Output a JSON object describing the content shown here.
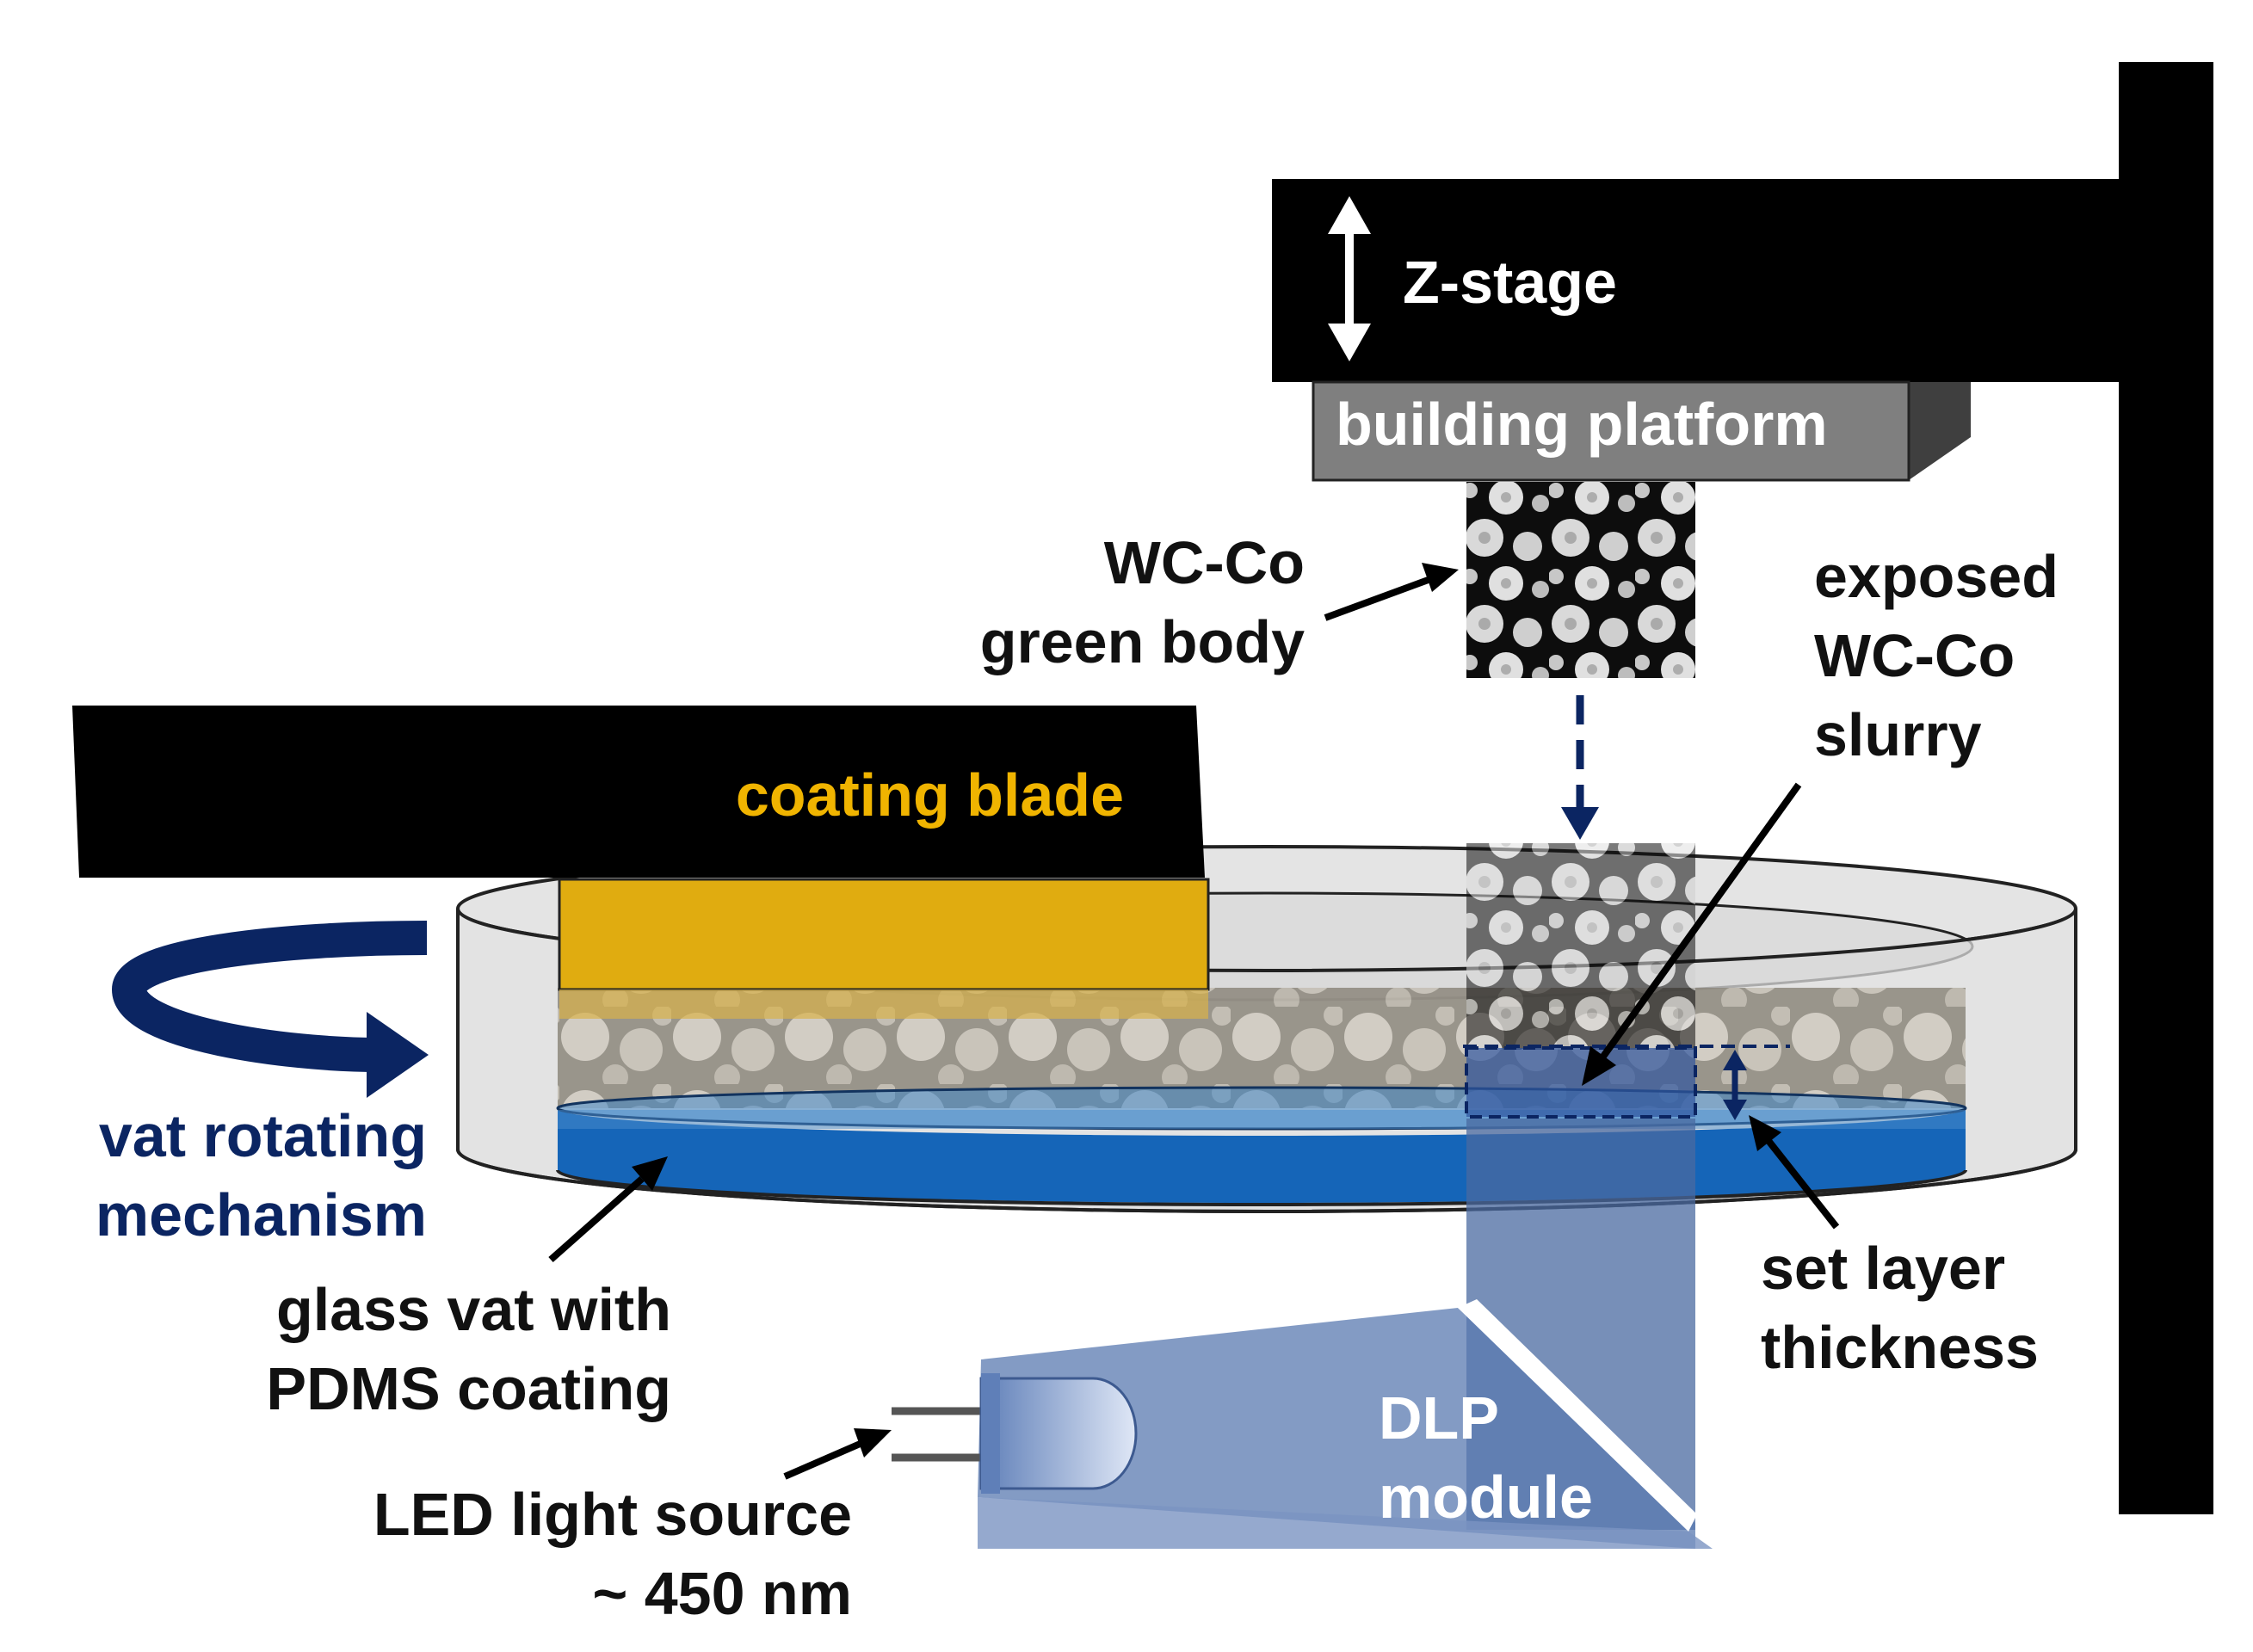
{
  "labels": {
    "z_stage": "Z-stage",
    "building_platform": "building platform",
    "green_body_line1": "WC-Co",
    "green_body_line2": "green body",
    "exposed_line1": "exposed",
    "exposed_line2": "WC-Co",
    "exposed_line3": "slurry",
    "coating_blade": "coating blade",
    "vat_rot_line1": "vat rotating",
    "vat_rot_line2": "mechanism",
    "glass_vat_line1": "glass vat with",
    "glass_vat_line2": "PDMS coating",
    "led_line1": "LED light source",
    "led_line2": "~ 450 nm",
    "set_layer_line1": "set layer",
    "set_layer_line2": "thickness",
    "dlp_line1": "DLP",
    "dlp_line2": "module"
  },
  "colors": {
    "frame": "#000000",
    "platform": "#7f7f7f",
    "blade_label": "#f0b400",
    "blade_face": "#e0ac10",
    "vat_rotation": "#0b2562",
    "pdms_blue": "#1565b8",
    "light_beam": "#4a6aa0",
    "dashed_arrow": "#0b2562",
    "text": "#111111"
  },
  "icons": {
    "z_stage_arrow": "double-vertical-arrow-icon",
    "rotation_arrow": "curved-rotation-arrow-icon",
    "led": "led-bulb-icon",
    "platform_down_arrow": "dashed-down-arrow-icon"
  }
}
